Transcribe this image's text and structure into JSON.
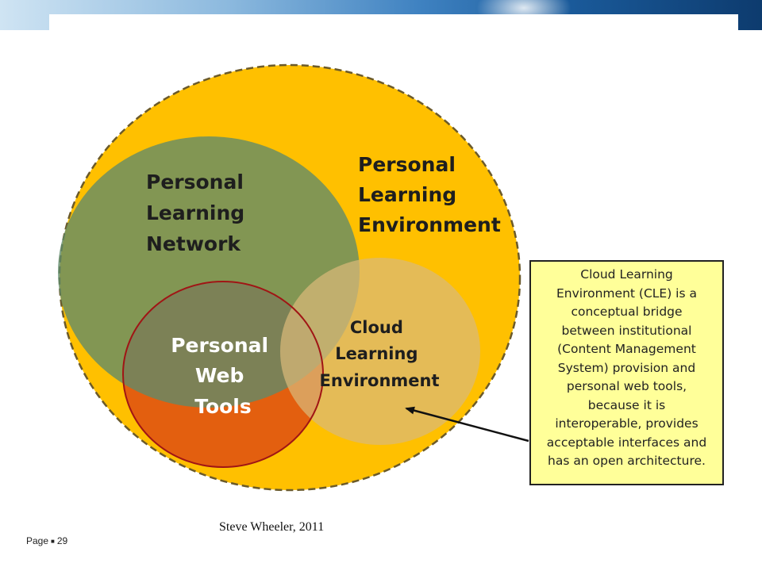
{
  "diagram": {
    "outer_label": [
      "Personal",
      "Learning",
      "Environment"
    ],
    "network_label": [
      "Personal",
      "Learning",
      "Network"
    ],
    "tools_label": [
      "Personal",
      "Web",
      "Tools"
    ],
    "cloud_label": [
      "Cloud",
      "Learning",
      "Environment"
    ],
    "colors": {
      "outer_fill": "#ffc000",
      "network_fill": "#7f9a5e",
      "tools_fill": "#e35f0f",
      "cloud_fill": "#d9b978",
      "note_fill": "#ffff99"
    }
  },
  "note": {
    "lines": [
      "Cloud Learning",
      "Environment (CLE) is a",
      "conceptual bridge",
      "between institutional",
      "(Content Management",
      "System) provision and",
      "personal web tools,",
      "because it is",
      "interoperable, provides",
      "acceptable interfaces and",
      "has an open architecture."
    ]
  },
  "footer": {
    "credit": "Steve Wheeler, 2011",
    "page_label": "Page",
    "page_sep": "■",
    "page_number": "29"
  }
}
